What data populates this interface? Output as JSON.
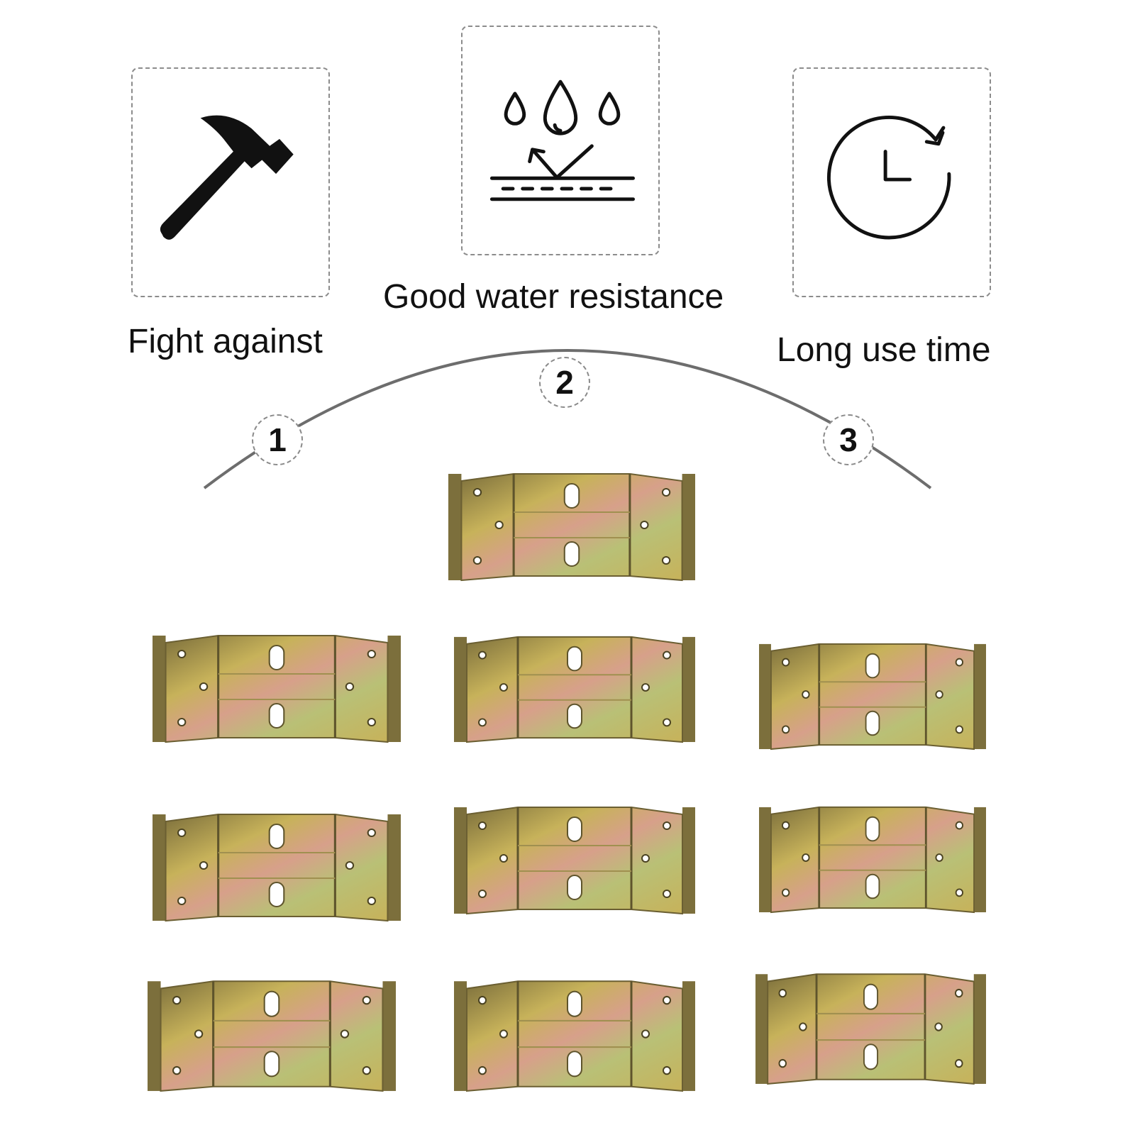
{
  "features": [
    {
      "label": "Fight against",
      "icon": "hammer-icon"
    },
    {
      "label": "Good water resistance",
      "icon": "water-resistance-icon"
    },
    {
      "label": "Long use time",
      "icon": "clock-icon"
    }
  ],
  "steps": [
    "1",
    "2",
    "3"
  ],
  "product": {
    "name": "zinc-plated corner brace brackets",
    "count": 10
  },
  "colors": {
    "border": "#8c8c8c",
    "text": "#111111",
    "metal_gold": "#c7b25a",
    "metal_dark": "#7c6f3c",
    "metal_pink": "#d7a08a",
    "metal_green": "#b9c076"
  }
}
